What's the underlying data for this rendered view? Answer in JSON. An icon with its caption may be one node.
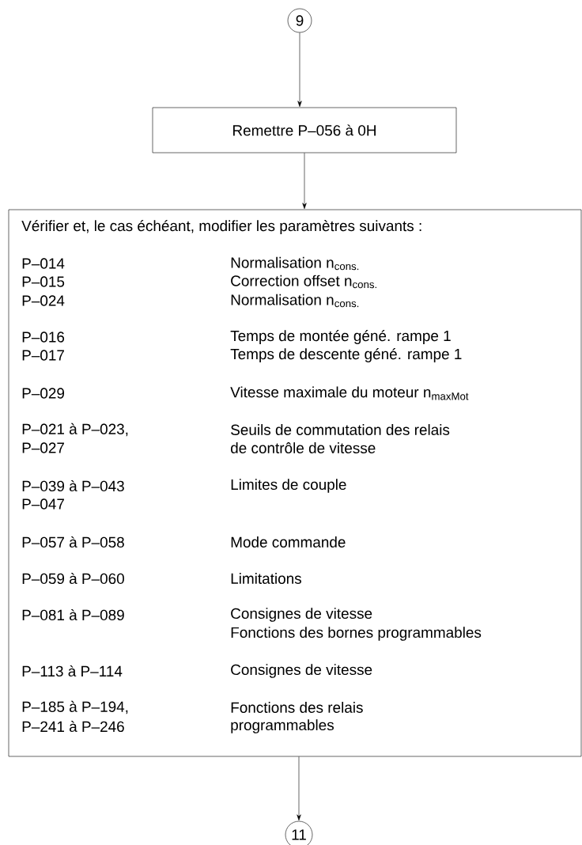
{
  "diagram": {
    "nodes": [
      {
        "text": [
          "9"
        ]
      },
      {
        "text": [
          "Remettre P–056 à 0H"
        ]
      },
      {
        "text": [
          "Vérifier et, le cas échéant, modifier les paramètres suivants :",
          "P–014",
          "Normalisation n$_{cons.}$",
          "P–015",
          "Correction offset n$_{cons.}$",
          "P–024",
          "Normalisation n$_{cons.}$",
          "P–016",
          "Temps de montée géné. rampe 1",
          "P–017",
          "Temps de descente géné. rampe 1",
          "P–029",
          "Vitesse maximale du moteur n$_{maxMot}$",
          "P–021 à P–023,",
          "Seuils de commutation des relais",
          "P–027",
          "de contrôle de vitesse",
          "P–039 à P–043",
          "Limites de couple",
          "P–047",
          "P–057 à P–058",
          "Mode commande",
          "P–059 à P–060",
          "Limitations",
          "P–081 à P–089",
          "Consignes de vitesse",
          "Fonctions des bornes programmables",
          "P–113 à P–114",
          "Consignes de vitesse",
          "P–185 à P–194,",
          "Fonctions des relais",
          "P–241 à P–246",
          "programmables"
        ]
      },
      {
        "text": [
          "11"
        ]
      }
    ],
    "edges": [
      {
        "from": 0,
        "to": 1,
        "arrow": "to"
      },
      {
        "from": 1,
        "to": 2,
        "arrow": "to"
      },
      {
        "from": 2,
        "to": 3,
        "arrow": "to"
      }
    ]
  }
}
